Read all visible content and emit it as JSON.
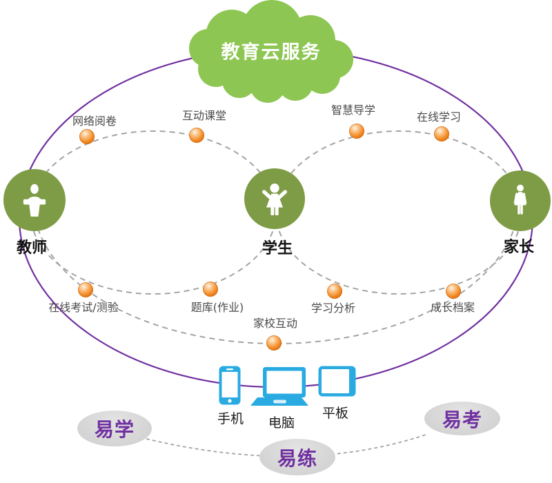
{
  "cloud": {
    "label": "教育云服务"
  },
  "actors": {
    "teacher": {
      "label": "教师"
    },
    "student": {
      "label": "学生"
    },
    "parent": {
      "label": "家长"
    }
  },
  "services": {
    "online_grading": {
      "label": "网络阅卷"
    },
    "interactive_classroom": {
      "label": "互动课堂"
    },
    "smart_tutoring": {
      "label": "智慧导学"
    },
    "online_learning": {
      "label": "在线学习"
    },
    "online_exam": {
      "label": "在线考试/测验"
    },
    "question_bank": {
      "label": "题库(作业)"
    },
    "home_school": {
      "label": "家校互动"
    },
    "learning_analytics": {
      "label": "学习分析"
    },
    "growth_portfolio": {
      "label": "成长档案"
    }
  },
  "devices": {
    "phone": {
      "label": "手机"
    },
    "computer": {
      "label": "电脑"
    },
    "tablet": {
      "label": "平板"
    }
  },
  "slogans": {
    "easy_learn": {
      "label": "易学"
    },
    "easy_practice": {
      "label": "易练"
    },
    "easy_exam": {
      "label": "易考"
    }
  },
  "colors": {
    "cloud_green": "#8DC652",
    "actor_olive": "#7E9C45",
    "node_orange": "#F1871F",
    "outline_purple": "#7030A0",
    "device_cyan": "#29ABE2",
    "slogan_gray": "#D9D9D9",
    "slogan_text_purple": "#7030A0",
    "dash_gray": "#A3A3A3"
  }
}
